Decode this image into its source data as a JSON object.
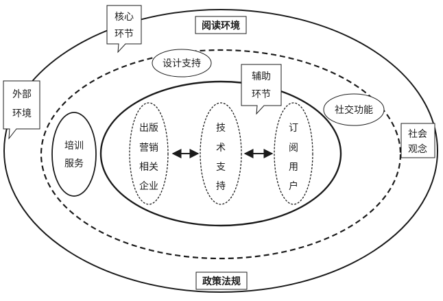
{
  "labels": {
    "reading_env": "阅读环境",
    "policy": "政策法规",
    "core_1": "核心",
    "core_2": "环节",
    "aux_1": "辅助",
    "aux_2": "环节",
    "ext_1": "外部",
    "ext_2": "环境",
    "social_1": "社会",
    "social_2": "观念",
    "design": "设计支持",
    "social_func": "社交功能",
    "training_1": "培训",
    "training_2": "服务",
    "pub_1": "出版",
    "pub_2": "营销",
    "pub_3": "相关",
    "pub_4": "企业",
    "tech_1": "技",
    "tech_2": "术",
    "tech_3": "支",
    "tech_4": "持",
    "sub_1": "订",
    "sub_2": "阅",
    "sub_3": "用",
    "sub_4": "户"
  }
}
